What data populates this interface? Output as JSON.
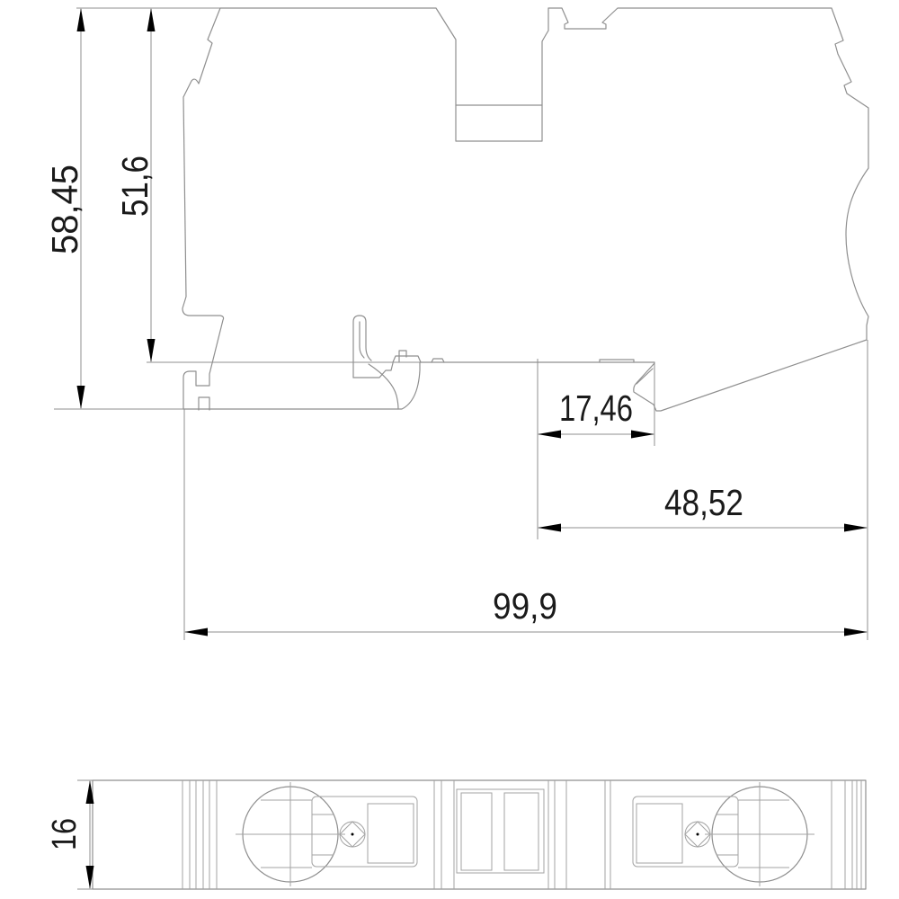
{
  "drawing": {
    "type": "technical dimension drawing, DIN-rail terminal block, side profile and footprint views",
    "colors": {
      "background": "#ffffff",
      "outline": "#8f8f8f",
      "thin_line": "#a3a3a3",
      "dimension_line": "#8f8f8f",
      "arrow": "#000000",
      "text": "#1a1a1a"
    },
    "dimensions": {
      "overall_height": {
        "label": "58,45"
      },
      "upper_body_height": {
        "label": "51,6"
      },
      "latch_offset": {
        "label": "17,46"
      },
      "right_overhang": {
        "label": "48,52"
      },
      "overall_length": {
        "label": "99,9"
      },
      "width": {
        "label": "16"
      }
    }
  }
}
